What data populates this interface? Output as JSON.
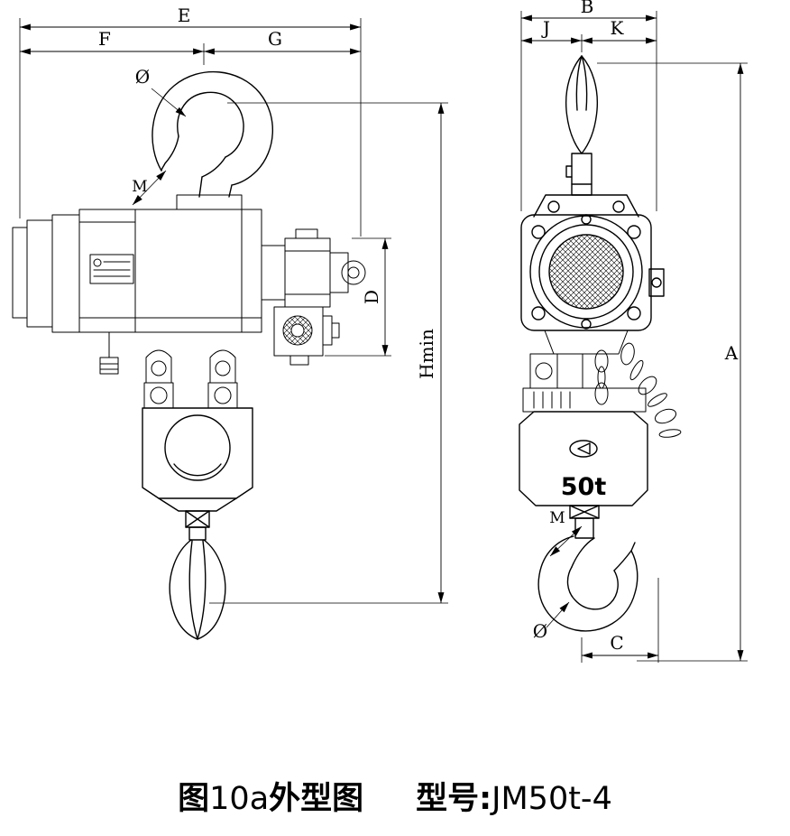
{
  "page": {
    "background": "#ffffff",
    "line_color": "#000000"
  },
  "caption": {
    "figure_prefix": "图",
    "figure_number": "10a",
    "figure_title": "外型图",
    "model_label": "型号:",
    "model_value": "JM50t-4"
  },
  "left_view": {
    "dims": {
      "E": "E",
      "F": "F",
      "G": "G",
      "D": "D",
      "Hmin": "Hmin",
      "M": "M",
      "phi": "Ø"
    }
  },
  "right_view": {
    "capacity": "50t",
    "dims": {
      "B": "B",
      "J": "J",
      "K": "K",
      "A": "A",
      "C": "C",
      "M": "M",
      "phi": "Ø"
    }
  }
}
